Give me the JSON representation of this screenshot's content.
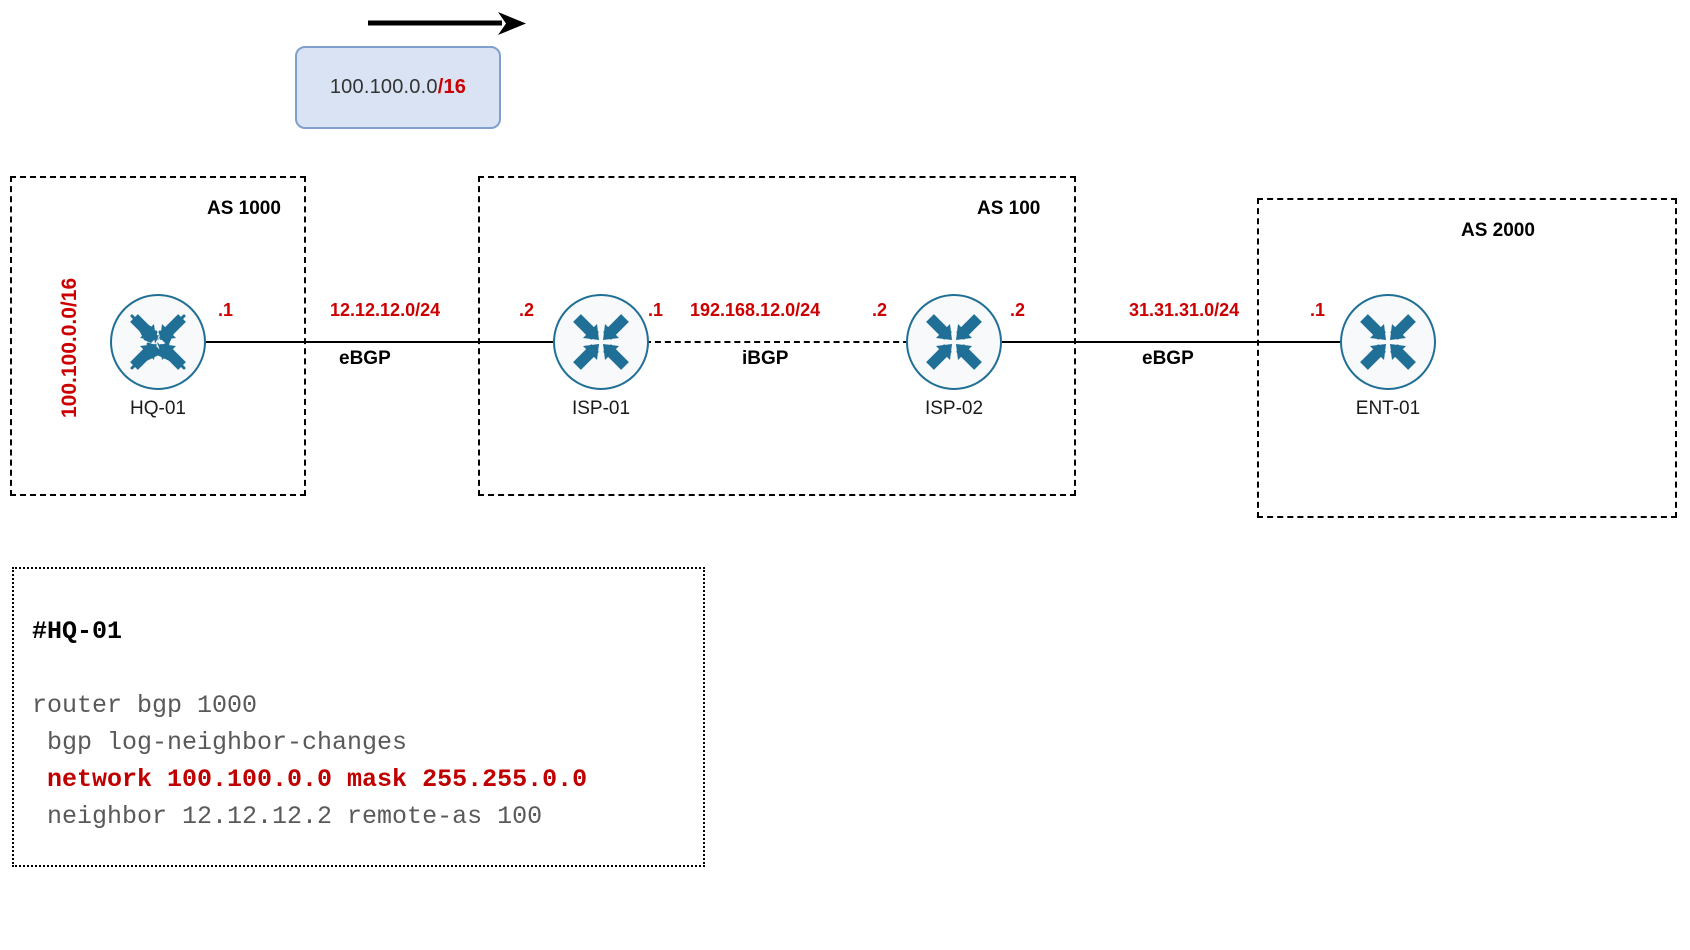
{
  "diagram": {
    "title_annotation": {
      "arrow": "advertisement-direction-arrow",
      "arrow_direction": "right"
    },
    "prefix_callout": {
      "network": "100.100.0.0",
      "mask": "/16",
      "fill_color": "#dae3f3",
      "border_color": "#7f9fcf",
      "mask_color": "#cc0000"
    },
    "as_domains": [
      {
        "id": "as-1000",
        "label": "AS 1000"
      },
      {
        "id": "as-100",
        "label": "AS 100"
      },
      {
        "id": "as-2000",
        "label": "AS 2000"
      }
    ],
    "routers": [
      {
        "id": "hq-01",
        "label": "HQ-01",
        "icon": "router-icon"
      },
      {
        "id": "isp-01",
        "label": "ISP-01",
        "icon": "router-icon"
      },
      {
        "id": "isp-02",
        "label": "ISP-02",
        "icon": "router-icon"
      },
      {
        "id": "ent-01",
        "label": "ENT-01",
        "icon": "router-icon"
      }
    ],
    "advertised_prefix": {
      "label": "100.100.0.0/16",
      "color": "#cc0000",
      "orientation": "vertical"
    },
    "links": [
      {
        "id": "link-hq01-isp01",
        "subnet": "12.12.12.0/24",
        "peering": "eBGP",
        "style": "solid",
        "left_ip": ".1",
        "right_ip": ".2"
      },
      {
        "id": "link-isp01-isp02",
        "subnet": "192.168.12.0/24",
        "peering": "iBGP",
        "style": "dashed",
        "left_ip": ".1",
        "right_ip": ".2"
      },
      {
        "id": "link-isp02-ent01",
        "subnet": "31.31.31.0/24",
        "peering": "eBGP",
        "style": "solid",
        "left_ip": ".2",
        "right_ip": ".1"
      }
    ],
    "interface_ips": [
      {
        "id": "ip-hq01-right",
        "value": ".1"
      },
      {
        "id": "ip-isp01-left",
        "value": ".2"
      },
      {
        "id": "ip-isp01-right",
        "value": ".1"
      },
      {
        "id": "ip-isp02-left",
        "value": ".2"
      },
      {
        "id": "ip-isp02-right",
        "value": ".2"
      },
      {
        "id": "ip-ent01-left",
        "value": ".1"
      }
    ],
    "config": {
      "device_title": "#HQ-01",
      "lines": [
        {
          "text": "router bgp 1000",
          "highlight": false
        },
        {
          "text": " bgp log-neighbor-changes",
          "highlight": false
        },
        {
          "text": " network 100.100.0.0 mask 255.255.0.0",
          "highlight": true
        },
        {
          "text": " neighbor 12.12.12.2 remote-as 100",
          "highlight": false
        }
      ],
      "highlight_color": "#c00000",
      "text_color": "#595959"
    }
  }
}
